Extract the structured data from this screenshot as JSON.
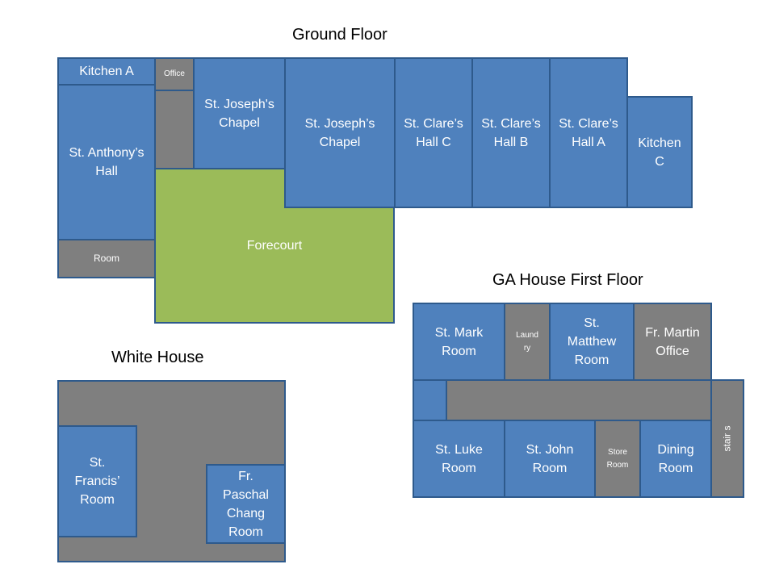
{
  "titles": {
    "ground_floor": "Ground Floor",
    "ga_house_first_floor": "GA House First Floor",
    "white_house": "White House"
  },
  "ground_floor": {
    "kitchen_a": "Kitchen A",
    "office": "Office",
    "st_anthonys_hall": "St. Anthony’s\nHall",
    "room": "Room",
    "st_josephs_chapel_small": "St. Joseph's\nChapel",
    "st_josephs_chapel_large": "St. Joseph’s\nChapel",
    "st_clares_hall_c": "St. Clare’s\nHall C",
    "st_clares_hall_b": "St. Clare’s\nHall B",
    "st_clares_hall_a": "St. Clare’s\nHall A",
    "kitchen_c": "Kitchen\nC",
    "forecourt": "Forecourt"
  },
  "ga_house_first_floor": {
    "st_mark_room": "St. Mark\nRoom",
    "laundry": "Laund\nry",
    "st_matthew_room": "St.\nMatthew\nRoom",
    "fr_martin_office": "Fr. Martin\nOffice",
    "st_luke_room": "St. Luke\nRoom",
    "st_john_room": "St. John\nRoom",
    "store_room": "Store\nRoom",
    "dining_room": "Dining\nRoom",
    "stairs": "stair s"
  },
  "white_house": {
    "st_francis_room": "St.\nFrancis’\nRoom",
    "fr_paschal_chang_room": "Fr.\nPaschal\nChang\nRoom"
  },
  "colors": {
    "room_blue": "#4f81bd",
    "corridor_gray": "#7f7f7f",
    "forecourt_green": "#9bbb59",
    "border": "#2e5a8c"
  }
}
